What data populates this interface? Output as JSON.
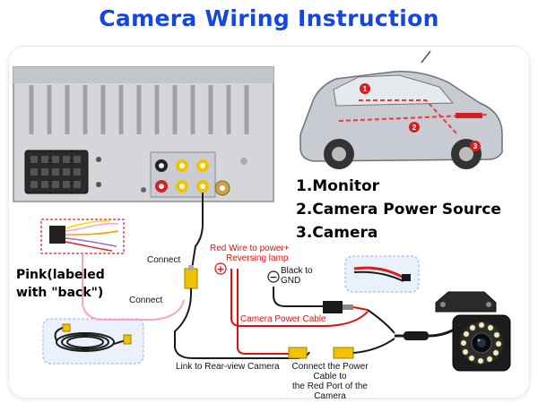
{
  "title": "Camera Wiring Instruction",
  "legend": [
    "1.Monitor",
    "2.Camera Power Source",
    "3.Camera"
  ],
  "car_markers": [
    "1",
    "2",
    "3"
  ],
  "labels": {
    "connect_top": "Connect",
    "connect_bottom": "Connect",
    "pink_line1": "Pink(labeled",
    "pink_line2": "with \"back\")",
    "red_wire_line1": "Red Wire to power+",
    "red_wire_line2": "Reversing lamp",
    "plus_symbol": "+",
    "minus_symbol": "−",
    "black_line1": "Black to",
    "black_line2": "GND",
    "camera_power_cable": "Camera Power Cable",
    "link_rear": "Link to Rear-view Camera",
    "connect_power_line1": "Connect the Power Cable to",
    "connect_power_line2": "the Red Port of the Camera"
  },
  "colors": {
    "title": "#1546e0",
    "red_wire": "#e01010",
    "pink_wire": "#f4a6c6",
    "rca_yellow": "#f2c200"
  }
}
